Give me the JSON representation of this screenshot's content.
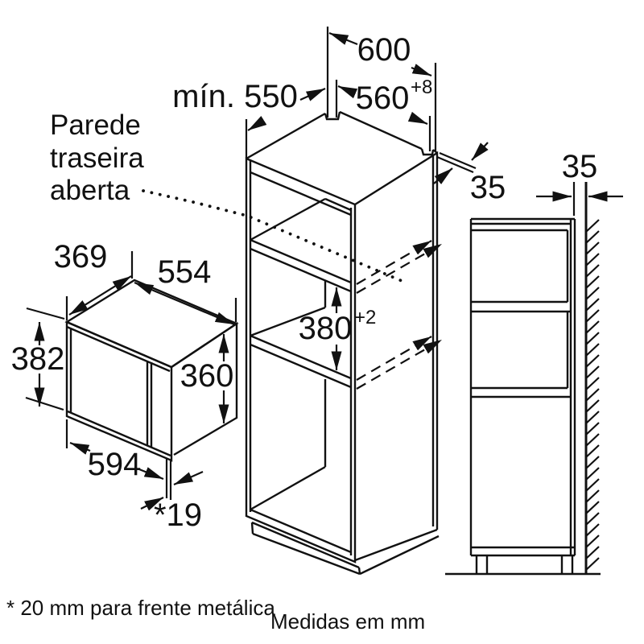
{
  "diagram": {
    "back_wall_label": [
      "Parede",
      "traseira",
      "aberta"
    ],
    "footnote": "* 20 mm para frente metálica",
    "units_note": "Medidas em mm",
    "line_color": "#111111",
    "dims": {
      "cabinet_width": "600",
      "min_depth": "mín. 550",
      "niche_width": "560",
      "niche_width_tol": "+8",
      "niche_height": "380",
      "niche_height_tol": "+2",
      "back_gap": "35",
      "wall_gap": "35",
      "mw_depth": "369",
      "mw_width": "554",
      "mw_front_height": "382",
      "mw_body_height": "360",
      "mw_front_width": "594",
      "mw_overhang": "*19"
    }
  }
}
